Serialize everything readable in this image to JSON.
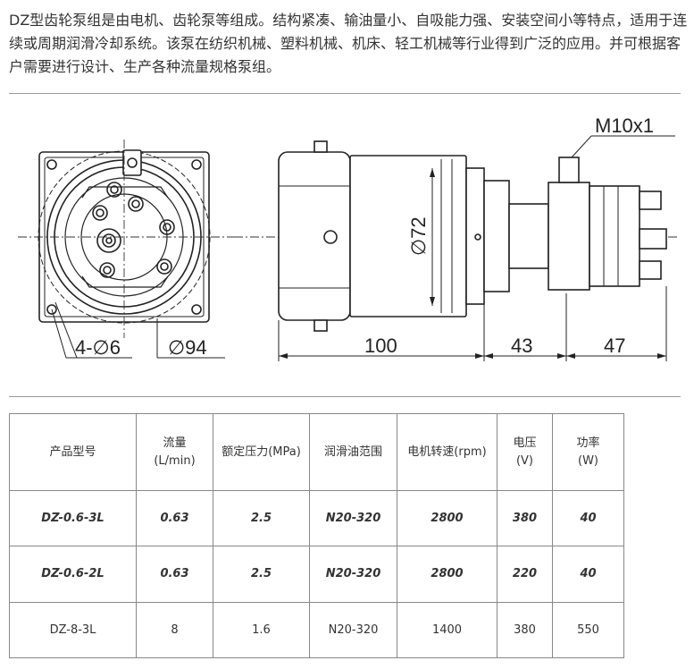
{
  "intro_text": "DZ型齿轮泵组是由电机、齿轮泵等组成。结构紧凑、输油量小、自吸能力强、安装空间小等特点，适用于连续或周期润滑冷却系统。该泵在纺织机械、塑料机械、机床、轻工机械等行业得到广泛的应用。并可根据客户需要进行设计、生产各种流量规格泵组。",
  "drawing": {
    "thread_label": "M10x1",
    "holes_label": "4-∅6",
    "flange_dia_label": "∅94",
    "motor_dia_label": "∅72",
    "dim_motor": "100",
    "dim_mid": "43",
    "dim_pump": "47"
  },
  "table": {
    "headers": [
      {
        "main": "产品型号",
        "sub": ""
      },
      {
        "main": "流量",
        "sub": "(L/min)"
      },
      {
        "main": "额定压力(MPa)",
        "sub": ""
      },
      {
        "main": "润滑油范围",
        "sub": ""
      },
      {
        "main": "电机转速(rpm)",
        "sub": ""
      },
      {
        "main": "电压",
        "sub": "(V)"
      },
      {
        "main": "功率",
        "sub": "(W)"
      }
    ],
    "rows": [
      {
        "style": "italic",
        "cells": [
          "DZ-0.6-3L",
          "0.63",
          "2.5",
          "N20-320",
          "2800",
          "380",
          "40"
        ]
      },
      {
        "style": "italic",
        "cells": [
          "DZ-0.6-2L",
          "0.63",
          "2.5",
          "N20-320",
          "2800",
          "220",
          "40"
        ]
      },
      {
        "style": "normal",
        "cells": [
          "DZ-8-3L",
          "8",
          "1.6",
          "N20-320",
          "1400",
          "380",
          "550"
        ]
      }
    ]
  }
}
